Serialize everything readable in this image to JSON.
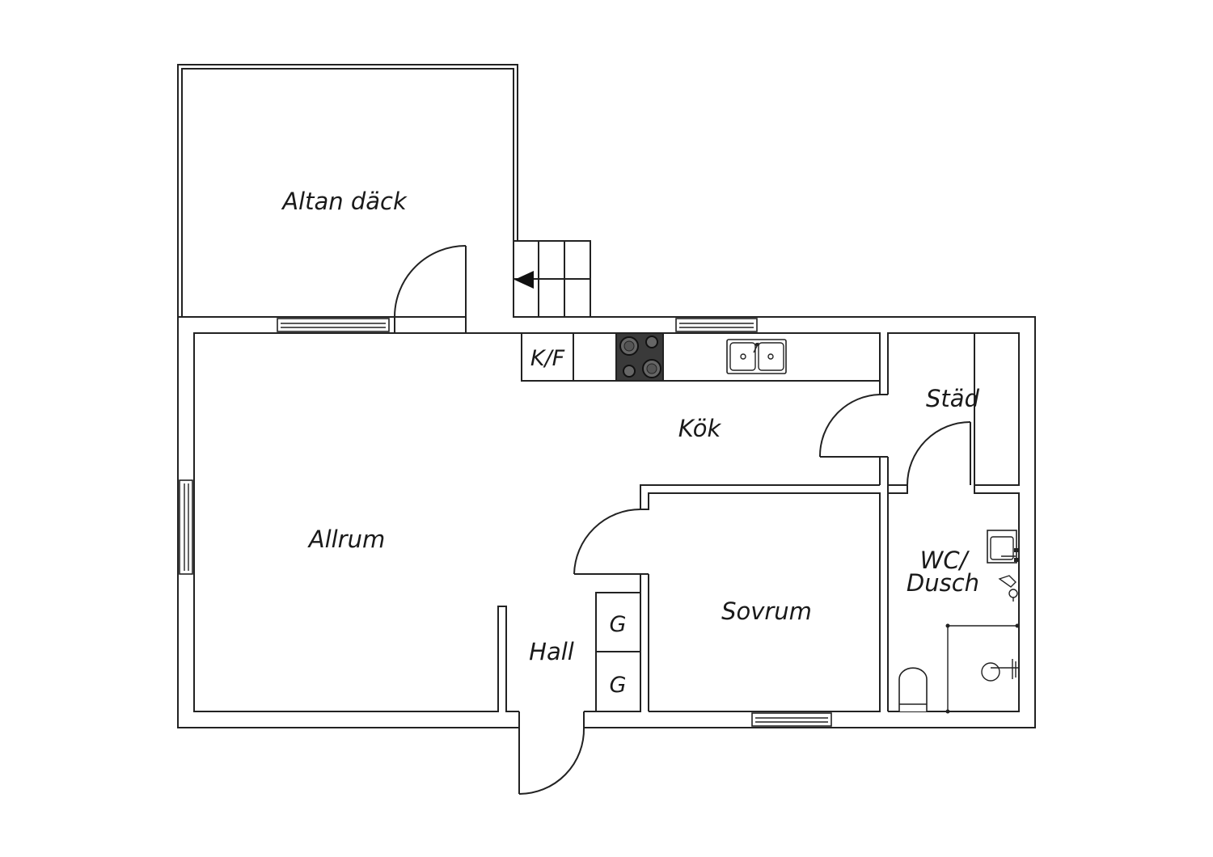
{
  "rooms": {
    "altan": "Altan däck",
    "allrum": "Allrum",
    "kok": "Kök",
    "stad": "Städ",
    "wc_line1": "WC/",
    "wc_line2": "Dusch",
    "sovrum": "Sovrum",
    "hall": "Hall"
  },
  "fixtures": {
    "fridge_freezer": "K/F",
    "wardrobe_1": "G",
    "wardrobe_2": "G"
  },
  "colors": {
    "line": "#222222",
    "background": "#ffffff",
    "stove": "#3a3a3a"
  }
}
